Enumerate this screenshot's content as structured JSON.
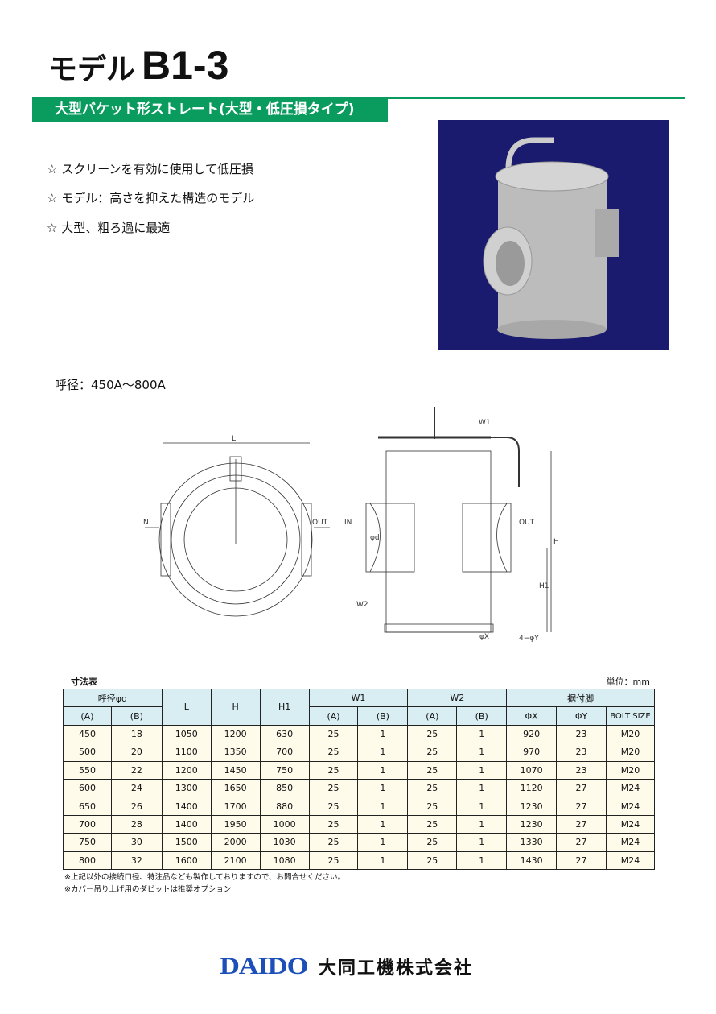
{
  "header": {
    "title_prefix": "モデル",
    "title_model": "B1-3",
    "subtitle": "大型バケット形ストレート(大型・低圧損タイプ)"
  },
  "features": [
    "☆ スクリーンを有効に使用して低圧損",
    "☆ モデル：高さを抑えた構造のモデル",
    "☆ 大型、粗ろ過に最適"
  ],
  "bore_range": "呼径：450A〜800A",
  "drawing": {
    "labels": {
      "L": "L",
      "N": "N",
      "OUT": "OUT",
      "IN": "IN",
      "W1": "W1",
      "W2": "W2",
      "H": "H",
      "H1": "H1",
      "phid": "φd",
      "phiX": "φX",
      "Y": "4−φY"
    }
  },
  "table": {
    "caption": "寸法表",
    "unit": "単位：mm",
    "group_headers": [
      "呼径φd",
      "L",
      "H",
      "H1",
      "W1",
      "W2",
      "据付脚"
    ],
    "sub_headers": [
      "(A)",
      "(B)",
      "(A)",
      "(B)",
      "(A)",
      "(B)",
      "ΦX",
      "ΦY",
      "BOLT SIZE"
    ],
    "rows": [
      [
        "450",
        "18",
        "1050",
        "1200",
        "630",
        "25",
        "1",
        "25",
        "1",
        "920",
        "23",
        "M20"
      ],
      [
        "500",
        "20",
        "1100",
        "1350",
        "700",
        "25",
        "1",
        "25",
        "1",
        "970",
        "23",
        "M20"
      ],
      [
        "550",
        "22",
        "1200",
        "1450",
        "750",
        "25",
        "1",
        "25",
        "1",
        "1070",
        "23",
        "M20"
      ],
      [
        "600",
        "24",
        "1300",
        "1650",
        "850",
        "25",
        "1",
        "25",
        "1",
        "1120",
        "27",
        "M24"
      ],
      [
        "650",
        "26",
        "1400",
        "1700",
        "880",
        "25",
        "1",
        "25",
        "1",
        "1230",
        "27",
        "M24"
      ],
      [
        "700",
        "28",
        "1400",
        "1950",
        "1000",
        "25",
        "1",
        "25",
        "1",
        "1230",
        "27",
        "M24"
      ],
      [
        "750",
        "30",
        "1500",
        "2000",
        "1030",
        "25",
        "1",
        "25",
        "1",
        "1330",
        "27",
        "M24"
      ],
      [
        "800",
        "32",
        "1600",
        "2100",
        "1080",
        "25",
        "1",
        "25",
        "1",
        "1430",
        "27",
        "M24"
      ]
    ]
  },
  "notes": [
    "※上記以外の接続口径、特注品なども製作しておりますので、お問合せください。",
    "※カバー吊り上げ用のダビットは推奨オプション"
  ],
  "footer": {
    "logo": "DAIDO",
    "company": "大同工機株式会社"
  },
  "colors": {
    "banner": "#0a9b5e",
    "photo_bg": "#1a1a6e",
    "table_header": "#d8eef2",
    "table_row": "#fffbea",
    "logo": "#1d4fb8"
  }
}
